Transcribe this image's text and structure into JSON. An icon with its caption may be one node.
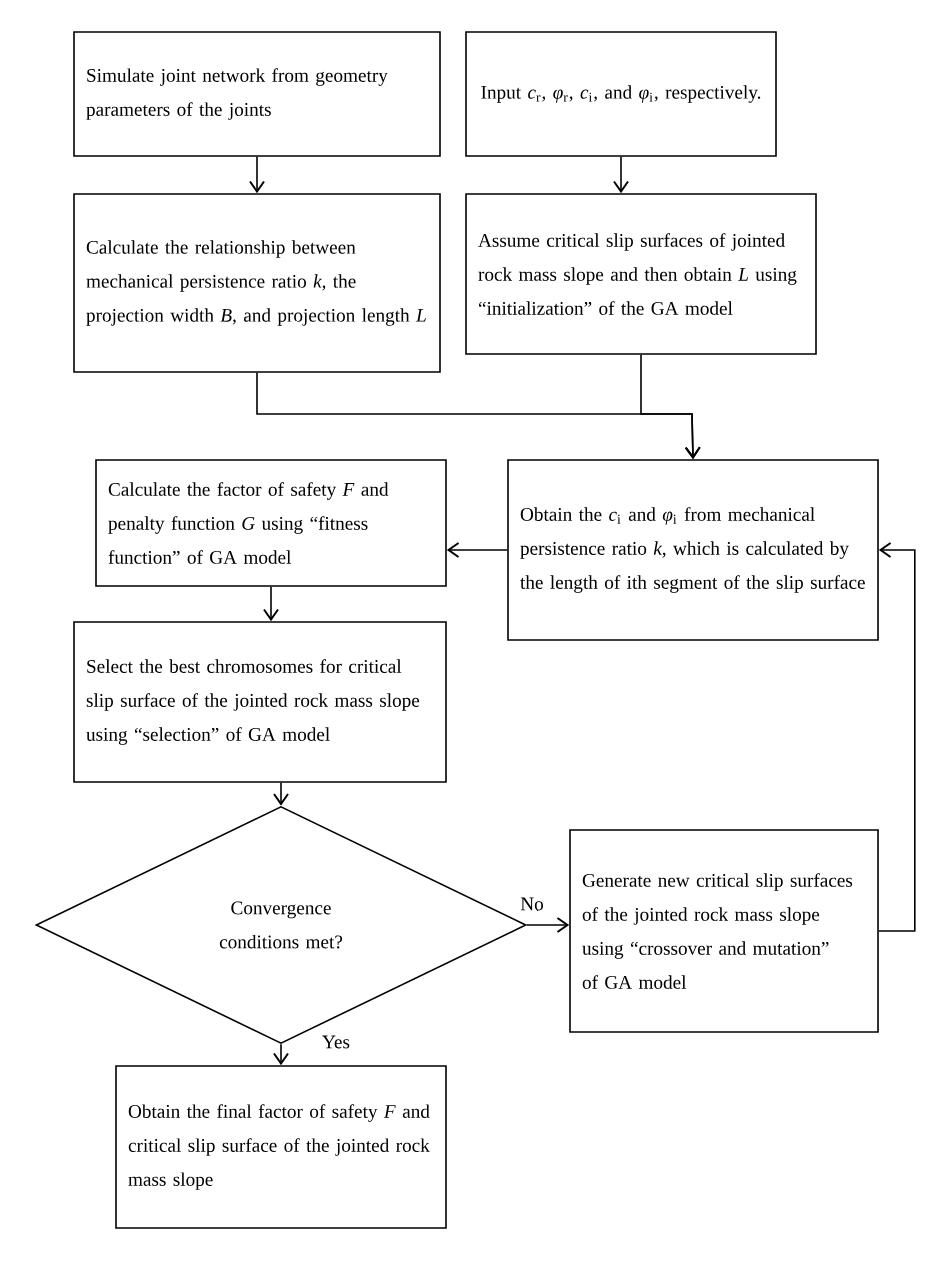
{
  "diagram": {
    "nodes": [
      {
        "text": [
          "Simulate joint network from geometry parameters of the joints"
        ]
      },
      {
        "text": [
          "Input *c*$_{r}$, *φ*$_{r}$, *c*$_{i}$, and *φ*$_{i}$, respectively."
        ]
      },
      {
        "text": [
          "Calculate the relationship between mechanical persistence ratio *k*, the projection width *B*, and projection length *L*"
        ]
      },
      {
        "text": [
          "Assume critical slip surfaces of jointed rock mass slope and then obtain *L* using “initialization” of the GA model"
        ]
      },
      {
        "text": [
          "Obtain the *c*$_{i}$ and *φ*$_{i}$ from mechanical persistence ratio *k*, which is calculated by the length of ith segment of the slip surface"
        ]
      },
      {
        "text": [
          "Calculate the factor of safety *F* and penalty function *G* using “fitness function” of GA model"
        ]
      },
      {
        "text": [
          "Select the best chromosomes for critical slip surface of the jointed rock mass slope using “selection” of GA model"
        ]
      },
      {
        "text": [
          "Convergence conditions met?"
        ]
      },
      {
        "text": [
          "Generate new critical slip surfaces of the jointed rock mass slope using “crossover and mutation” of GA model"
        ]
      },
      {
        "text": [
          "Obtain the final factor of safety *F* and critical slip surface of the jointed rock mass slope"
        ]
      }
    ],
    "edges": [
      {
        "from": 0,
        "to": 2,
        "arrow": "to"
      },
      {
        "from": 1,
        "to": 3,
        "arrow": "to"
      },
      {
        "from": 2,
        "to": 4,
        "arrow": "to"
      },
      {
        "from": 3,
        "to": 4,
        "arrow": "to"
      },
      {
        "from": 4,
        "to": 5,
        "arrow": "to"
      },
      {
        "from": 5,
        "to": 6,
        "arrow": "to"
      },
      {
        "from": 6,
        "to": 7,
        "arrow": "to"
      },
      {
        "from": 7,
        "to": 8,
        "arrow": "to",
        "label": "No"
      },
      {
        "from": 7,
        "to": 9,
        "arrow": "to",
        "label": "Yes"
      },
      {
        "from": 8,
        "to": 4,
        "arrow": "to"
      }
    ]
  }
}
